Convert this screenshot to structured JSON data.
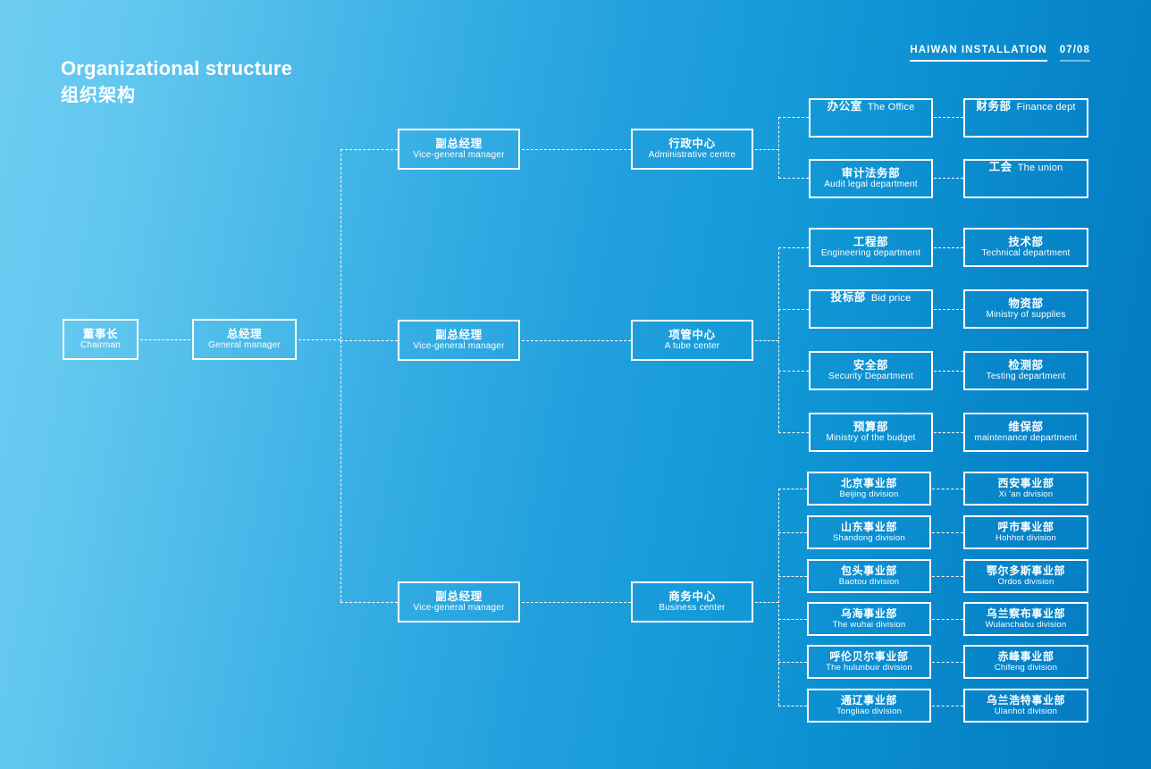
{
  "header": {
    "title_en": "Organizational structure",
    "title_cn": "组织架构",
    "brand": "HAIWAN INSTALLATION",
    "page": "07/08"
  },
  "chart_data": {
    "type": "diagram",
    "title": "Organizational structure / 组织架构",
    "root": {
      "cn": "董事长",
      "en": "Chairman"
    },
    "level2": {
      "cn": "总经理",
      "en": "General manager"
    },
    "branches": [
      {
        "manager": {
          "cn": "副总经理",
          "en": "Vice-general manager"
        },
        "center": {
          "cn": "行政中心",
          "en": "Administrative centre"
        },
        "units_col1": [
          {
            "cn": "办公室",
            "en": "The Office",
            "inline": true
          },
          {
            "cn": "审计法务部",
            "en": "Audit legal department",
            "inline": false
          }
        ],
        "units_col2": [
          {
            "cn": "财务部",
            "en": "Finance dept",
            "inline": true
          },
          {
            "cn": "工会",
            "en": "The union",
            "inline": true
          }
        ]
      },
      {
        "manager": {
          "cn": "副总经理",
          "en": "Vice-general manager"
        },
        "center": {
          "cn": "项管中心",
          "en": "A tube center"
        },
        "units_col1": [
          {
            "cn": "工程部",
            "en": "Engineering department",
            "inline": false
          },
          {
            "cn": "投标部",
            "en": "Bid price",
            "inline": true
          },
          {
            "cn": "安全部",
            "en": "Security Department",
            "inline": false
          },
          {
            "cn": "预算部",
            "en": "Ministry of the budget",
            "inline": false
          }
        ],
        "units_col2": [
          {
            "cn": "技术部",
            "en": "Technical department",
            "inline": false
          },
          {
            "cn": "物资部",
            "en": "Ministry of supplies",
            "inline": false
          },
          {
            "cn": "检测部",
            "en": "Testing department",
            "inline": false
          },
          {
            "cn": "维保部",
            "en": "maintenance department",
            "inline": false
          }
        ]
      },
      {
        "manager": {
          "cn": "副总经理",
          "en": "Vice-general manager"
        },
        "center": {
          "cn": "商务中心",
          "en": "Business center"
        },
        "units_col1": [
          {
            "cn": "北京事业部",
            "en": "Beijing division"
          },
          {
            "cn": "山东事业部",
            "en": "Shandong division"
          },
          {
            "cn": "包头事业部",
            "en": "Baotou division"
          },
          {
            "cn": "乌海事业部",
            "en": "The wuhai division"
          },
          {
            "cn": "呼伦贝尔事业部",
            "en": "The hulunbuir division"
          },
          {
            "cn": "通辽事业部",
            "en": "Tongliao division"
          }
        ],
        "units_col2": [
          {
            "cn": "西安事业部",
            "en": "Xi 'an division"
          },
          {
            "cn": "呼市事业部",
            "en": "Hohhot division"
          },
          {
            "cn": "鄂尔多斯事业部",
            "en": "Ordos division"
          },
          {
            "cn": "乌兰察布事业部",
            "en": "Wulanchabu division"
          },
          {
            "cn": "赤峰事业部",
            "en": "Chifeng division"
          },
          {
            "cn": "乌兰浩特事业部",
            "en": "Ulanhot division"
          }
        ]
      }
    ],
    "colors": {
      "bg_left": "#63c8ef",
      "bg_right": "#0479c0",
      "line": "#ffffff",
      "text": "#ffffff"
    }
  }
}
